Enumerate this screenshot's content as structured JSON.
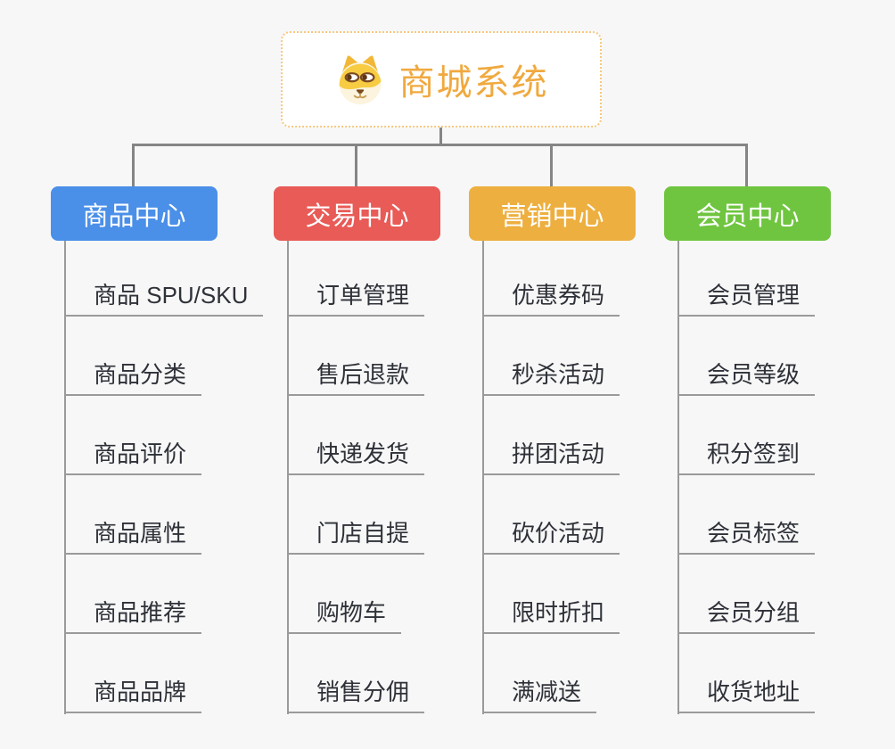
{
  "root": {
    "title": "商城系统",
    "icon": "doge-icon"
  },
  "colors": {
    "background": "#F7F7F7",
    "connector_gray": "#858585",
    "underline_gray": "#9A9A9A",
    "root_text_orange": "#F0A93F",
    "root_border_orange": "#F6C87F",
    "item_text": "#2E3138"
  },
  "branches": [
    {
      "label": "商品中心",
      "color": "#4A8FE8",
      "items": [
        "商品 SPU/SKU",
        "商品分类",
        "商品评价",
        "商品属性",
        "商品推荐",
        "商品品牌"
      ]
    },
    {
      "label": "交易中心",
      "color": "#E85B57",
      "items": [
        "订单管理",
        "售后退款",
        "快递发货",
        "门店自提",
        "购物车",
        "销售分佣"
      ]
    },
    {
      "label": "营销中心",
      "color": "#EDAF3F",
      "items": [
        "优惠券码",
        "秒杀活动",
        "拼团活动",
        "砍价活动",
        "限时折扣",
        "满减送"
      ]
    },
    {
      "label": "会员中心",
      "color": "#6FC53F",
      "items": [
        "会员管理",
        "会员等级",
        "积分签到",
        "会员标签",
        "会员分组",
        "收货地址"
      ]
    }
  ]
}
